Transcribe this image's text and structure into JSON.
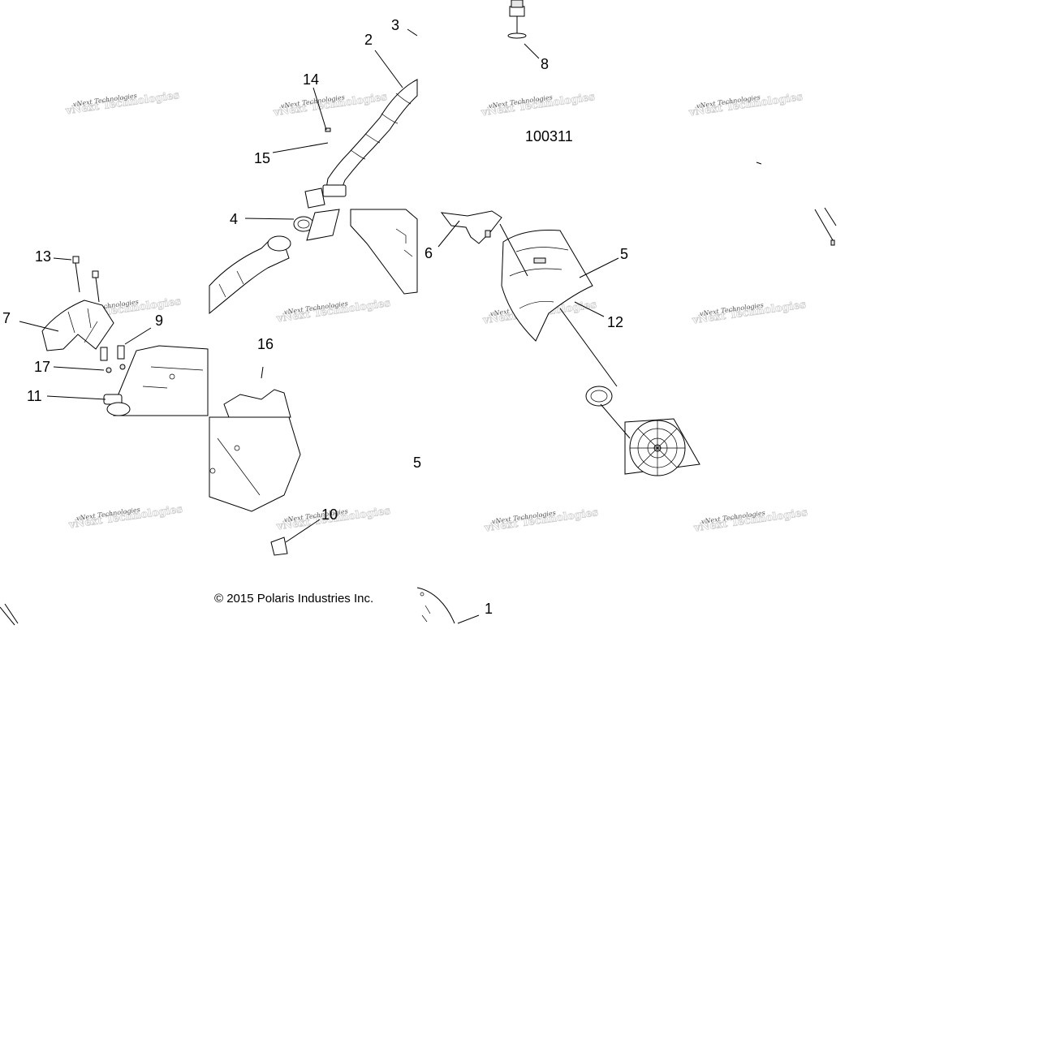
{
  "drawing_number": "100311",
  "copyright": "© 2015 Polaris Industries Inc.",
  "watermark": {
    "line1": "vNext Technologies",
    "line2": "vNext Technologies"
  },
  "callouts": [
    "1",
    "2",
    "3",
    "4",
    "5",
    "5",
    "6",
    "7",
    "8",
    "9",
    "10",
    "11",
    "12",
    "13",
    "14",
    "15",
    "16",
    "17"
  ]
}
